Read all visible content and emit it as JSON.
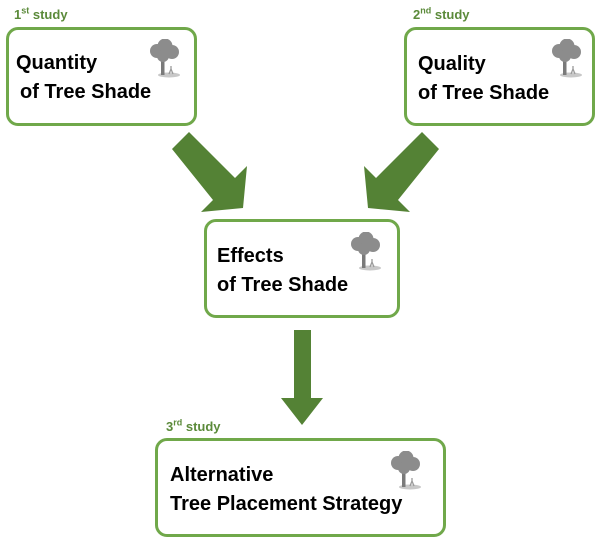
{
  "studies": {
    "first": {
      "num": "1",
      "suffix": "st",
      "word": "study"
    },
    "second": {
      "num": "2",
      "suffix": "nd",
      "word": "study"
    },
    "third": {
      "num": "3",
      "suffix": "rd",
      "word": "study"
    }
  },
  "boxes": {
    "quantity": {
      "line1": "Quantity",
      "line2": "of Tree Shade"
    },
    "quality": {
      "line1": "Quality",
      "line2": "of Tree Shade"
    },
    "effects": {
      "line1": "Effects",
      "line2": "of Tree Shade"
    },
    "placement": {
      "line1": "Alternative",
      "line2": "Tree Placement Strategy"
    }
  },
  "colors": {
    "box_border": "#70a84a",
    "arrow": "#548235",
    "study_label": "#5b8a3a",
    "tree_icon": "#8c8c8c"
  },
  "icons": {
    "box_icon": "tree-icon"
  }
}
